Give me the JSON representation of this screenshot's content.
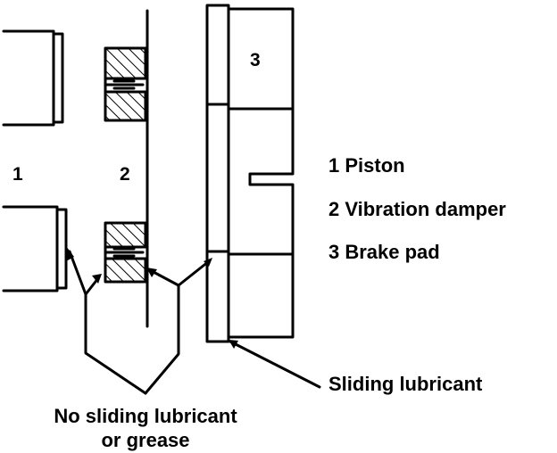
{
  "callouts": {
    "piston": "1",
    "damper": "2",
    "pad": "3"
  },
  "legend": [
    {
      "label": "1 Piston"
    },
    {
      "label": "2 Vibration damper"
    },
    {
      "label": "3 Brake pad"
    }
  ],
  "notes": {
    "sliding": "Sliding lubricant",
    "no_lube_line1": "No sliding lubricant",
    "no_lube_line2": "or grease"
  }
}
